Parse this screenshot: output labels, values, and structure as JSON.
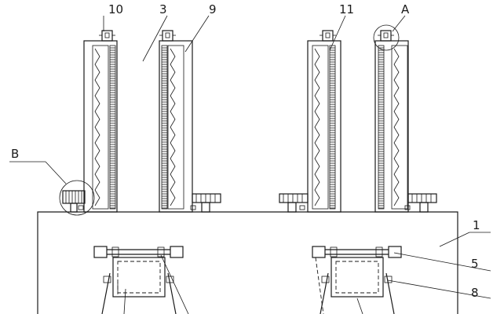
{
  "labels": {
    "l10": "10",
    "l3": "3",
    "l9": "9",
    "l11": "11",
    "lA": "A",
    "lB": "B",
    "l1": "1",
    "l5": "5",
    "l8": "8"
  }
}
